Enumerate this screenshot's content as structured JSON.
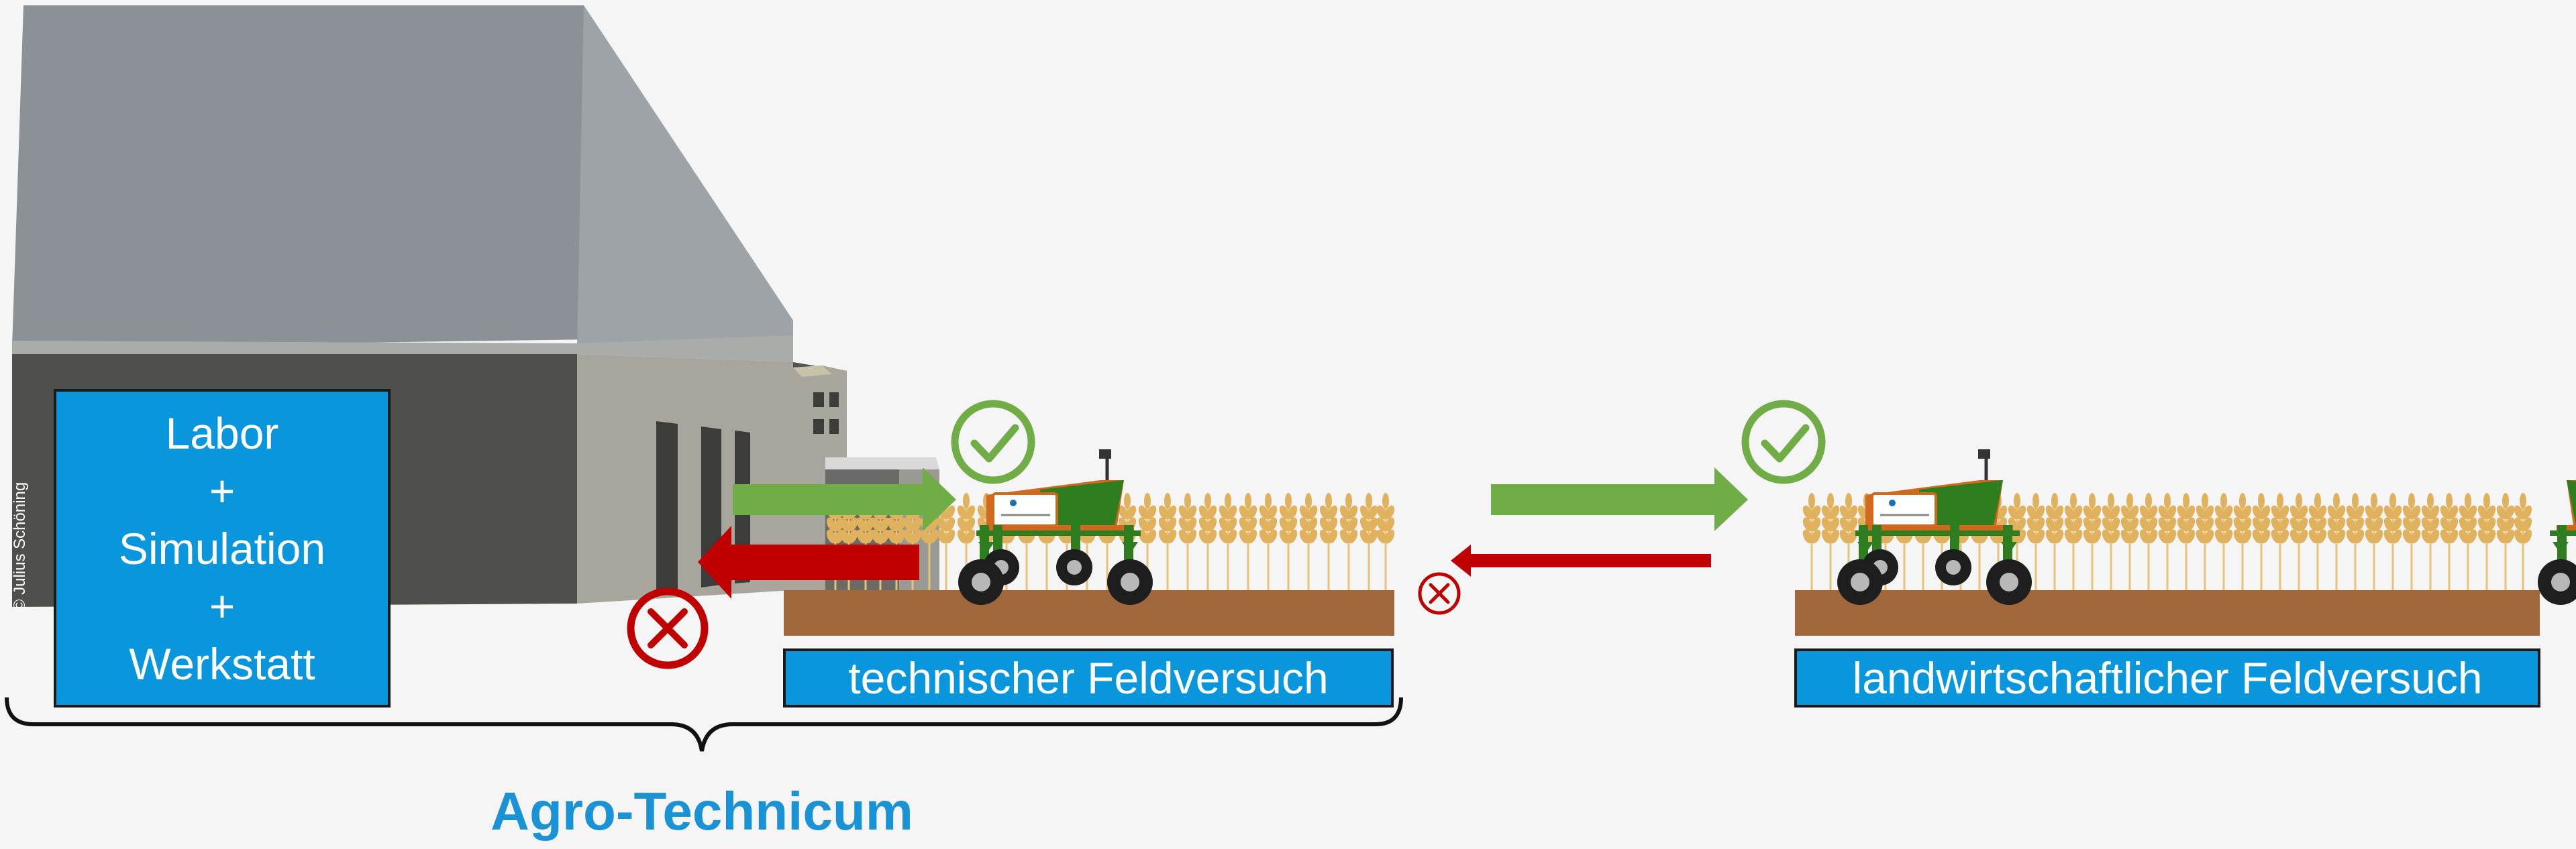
{
  "boxes": {
    "labor": {
      "lines": [
        "Labor",
        "+",
        "Simulation",
        "+",
        "Werkstatt"
      ]
    },
    "technical_trial": "technischer Feldversuch",
    "agricultural_trial": "landwirtschaftlicher Feldversuch"
  },
  "brace_label": "Agro-Technicum",
  "copyright": "© Julius Schöning",
  "colors": {
    "label_box": "#0996dc",
    "title": "#1a93d6",
    "arrow_green": "#70ad47",
    "arrow_red": "#c00000",
    "soil": "#a0683a",
    "robot_green": "#2e7d1e",
    "robot_orange": "#d2691e",
    "wheat": "#e0b25e"
  },
  "icons": {
    "success": "check-circle-icon",
    "failure": "x-circle-icon"
  }
}
